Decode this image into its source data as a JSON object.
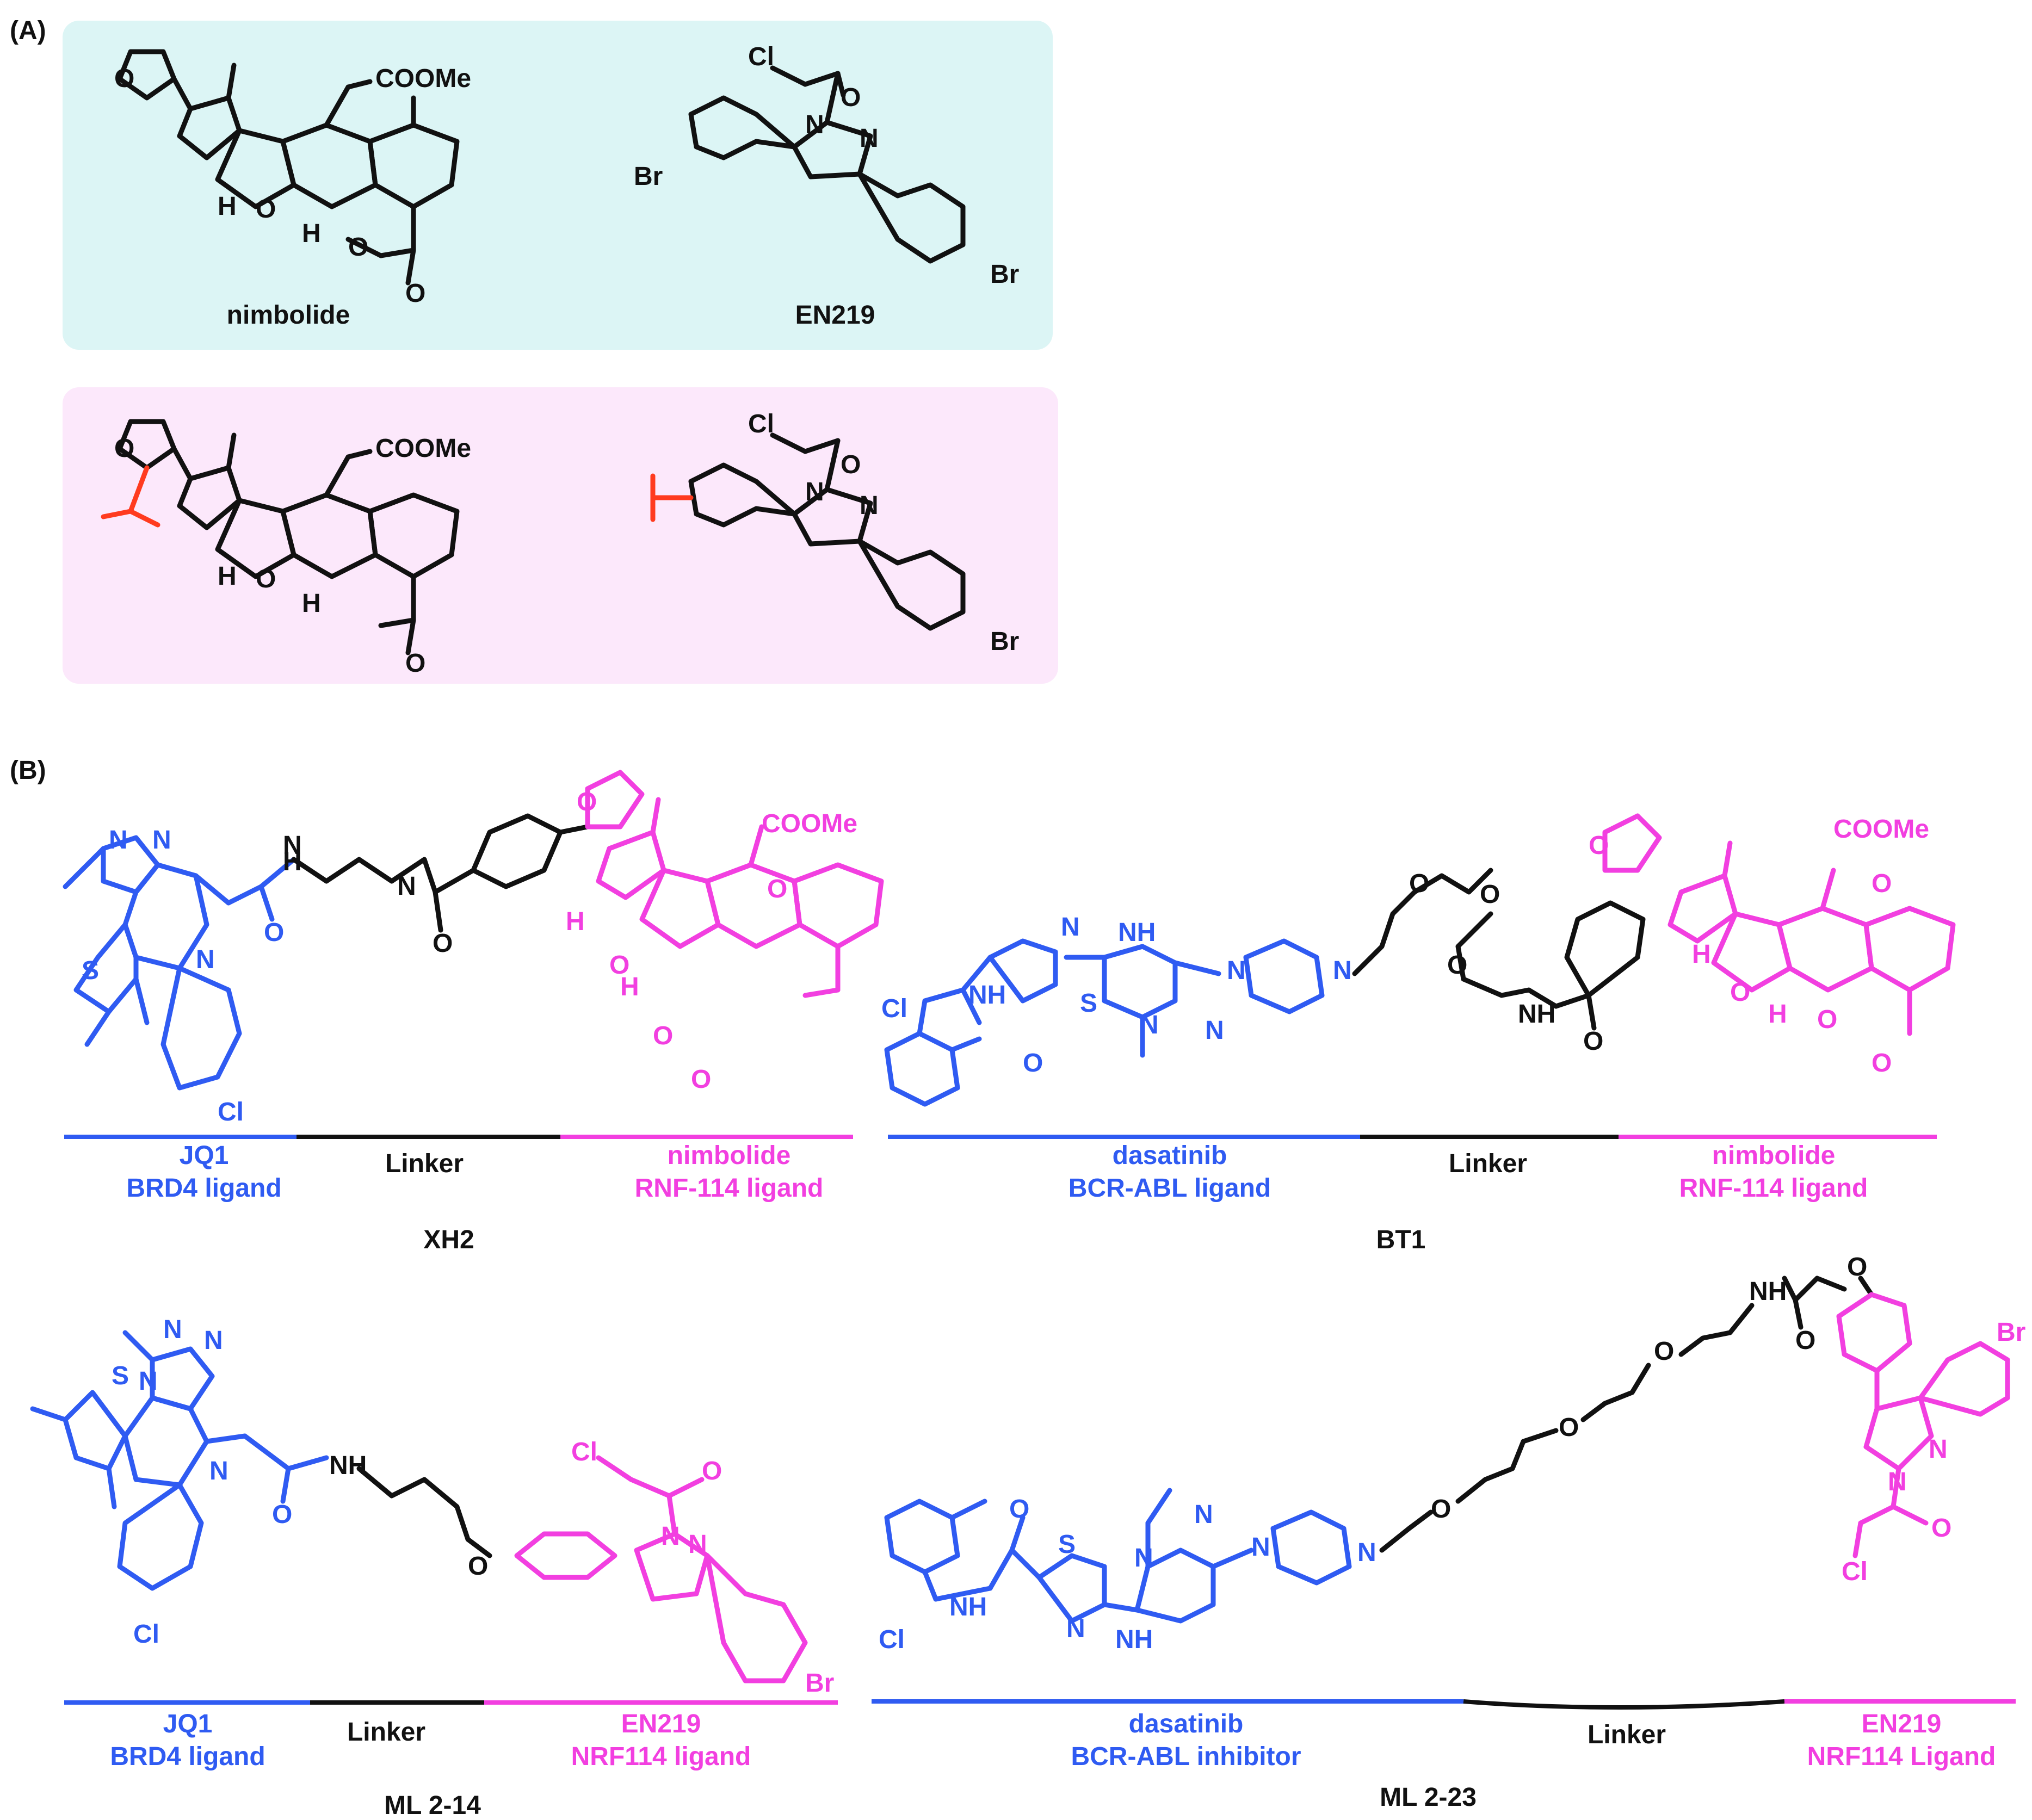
{
  "colors": {
    "blue": "#2f5bf2",
    "magenta": "#f23fe0",
    "black": "#111111",
    "red_handle": "#ff3b1f",
    "panel_top_bg": "#dcf5f5",
    "panel_bottom_bg": "#fce8fb"
  },
  "panels": {
    "a_label": "(A)",
    "b_label": "(B)"
  },
  "panel_a": {
    "top": {
      "left_name": "nimbolide",
      "right_name": "EN219"
    },
    "atoms": {
      "o": "O",
      "h": "H",
      "coome": "COOMe",
      "cl": "Cl",
      "br": "Br",
      "n": "N"
    }
  },
  "panel_b": {
    "xh2": {
      "compound": "XH2",
      "seg1_line1": "JQ1",
      "seg1_line2": "BRD4 ligand",
      "seg2_line1": "Linker",
      "seg3_line1": "nimbolide",
      "seg3_line2": "RNF-114 ligand"
    },
    "bt1": {
      "compound": "BT1",
      "seg1_line1": "dasatinib",
      "seg1_line2": "BCR-ABL ligand",
      "seg2_line1": "Linker",
      "seg3_line1": "nimbolide",
      "seg3_line2": "RNF-114 ligand"
    },
    "ml214": {
      "compound": "ML 2-14",
      "seg1_line1": "JQ1",
      "seg1_line2": "BRD4 ligand",
      "seg2_line1": "Linker",
      "seg3_line1": "EN219",
      "seg3_line2": "NRF114 ligand"
    },
    "ml223": {
      "compound": "ML 2-23",
      "seg1_line1": "dasatinib",
      "seg1_line2": "BCR-ABL inhibitor",
      "seg2_line1": "Linker",
      "seg3_line1": "EN219",
      "seg3_line2": "NRF114 Ligand"
    },
    "atoms": {
      "n": "N",
      "nh": "NH",
      "h": "H",
      "o": "O",
      "s": "S",
      "cl": "Cl",
      "br": "Br",
      "coome": "COOMe"
    }
  }
}
